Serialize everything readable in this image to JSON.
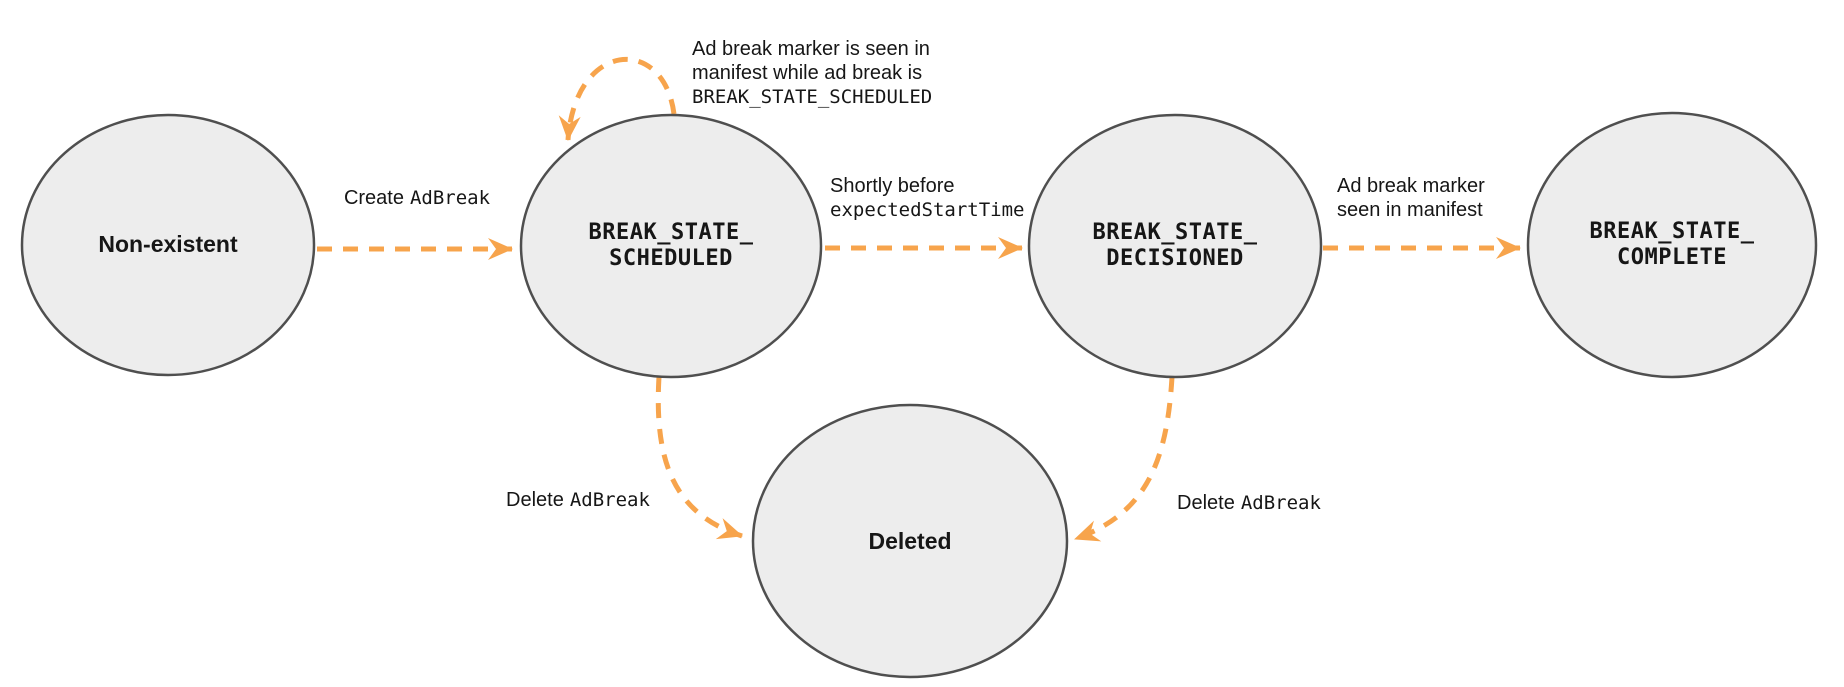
{
  "colors": {
    "background": "#ffffff",
    "node_fill": "#ededed",
    "node_stroke": "#4f4f4f",
    "edge": "#f7a44c",
    "label": "#161616"
  },
  "states": [
    {
      "label": "Non-existent"
    },
    {
      "line1": "BREAK_STATE_",
      "line2": "SCHEDULED"
    },
    {
      "line1": "BREAK_STATE_",
      "line2": "DECISIONED"
    },
    {
      "line1": "BREAK_STATE_",
      "line2": "COMPLETE"
    },
    {
      "label": "Deleted"
    }
  ],
  "edges": {
    "create": {
      "text": "Create",
      "code": "AdBreak"
    },
    "self_loop": {
      "line1": "Ad break marker is seen in",
      "line2": "manifest while ad break is",
      "line3": "BREAK_STATE_SCHEDULED"
    },
    "to_decisioned": {
      "line1": "Shortly before",
      "line2": "expectedStartTime"
    },
    "to_complete": {
      "line1": "Ad break marker",
      "line2": "seen in manifest"
    },
    "delete_from_scheduled": {
      "text": "Delete",
      "code": "AdBreak"
    },
    "delete_from_decisioned": {
      "text": "Delete",
      "code": "AdBreak"
    }
  }
}
